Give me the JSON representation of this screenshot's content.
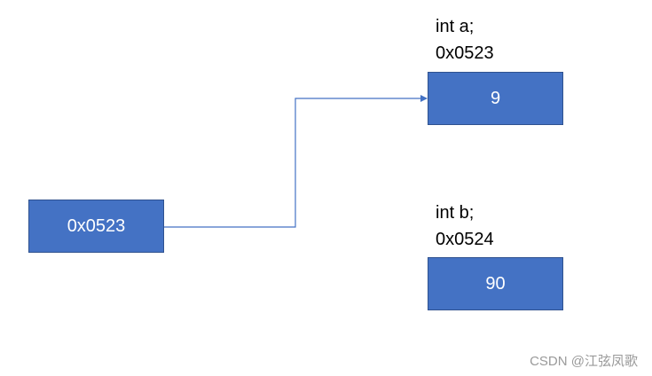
{
  "diagram": {
    "pointer_box": {
      "text": "0x0523"
    },
    "var_a": {
      "declaration": "int a;",
      "address": "0x0523",
      "value": "9"
    },
    "var_b": {
      "declaration": "int b;",
      "address": "0x0524",
      "value": "90"
    },
    "colors": {
      "box_fill": "#4472c4",
      "box_border": "#2f528f",
      "arrow": "#4472c4",
      "text_on_box": "#ffffff",
      "label_text": "#000000",
      "watermark_text": "#9a9a9a"
    }
  },
  "watermark": "CSDN @江弦凤歌"
}
